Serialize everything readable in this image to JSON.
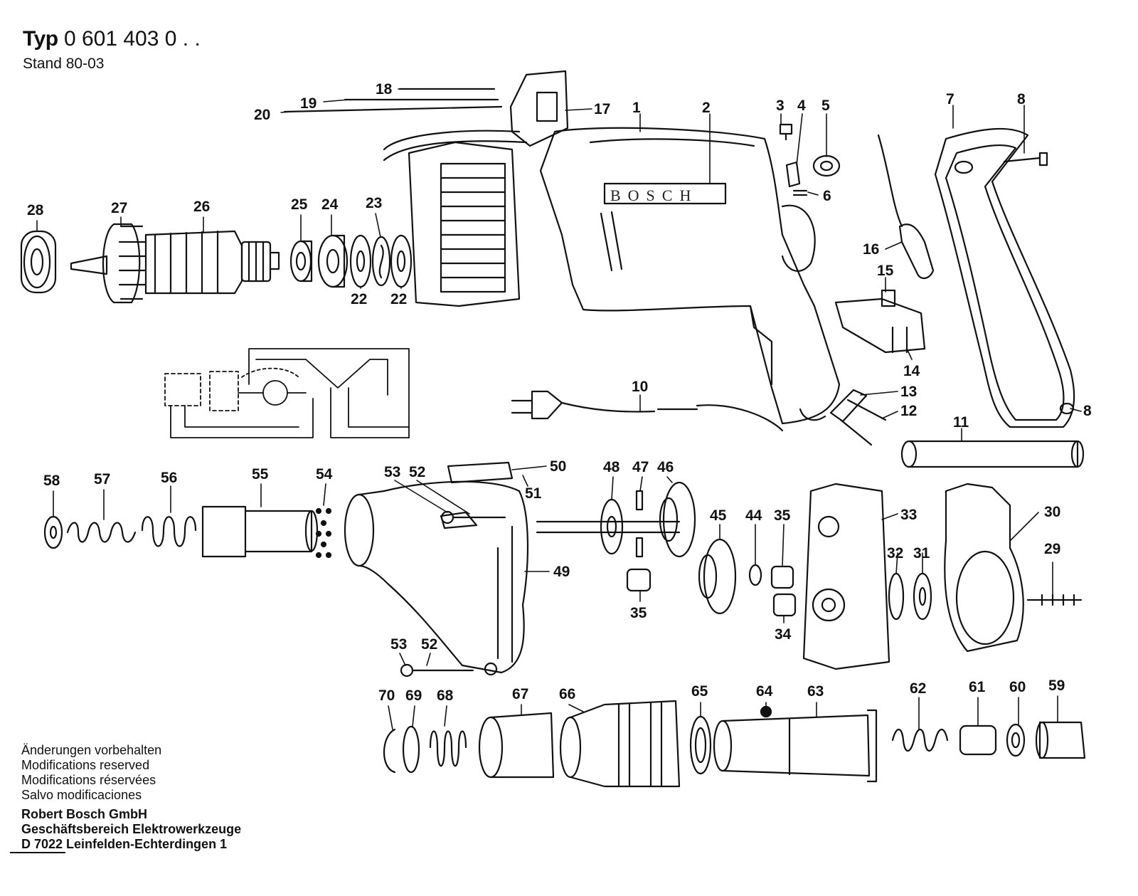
{
  "header": {
    "type_label": "Typ",
    "type_number": "0 601 403 0 . .",
    "stand": "Stand 80-03"
  },
  "brand_text": "BOSCH",
  "notes": [
    "Änderungen vorbehalten",
    "Modifications reserved",
    "Modifications réservées",
    "Salvo modificaciones"
  ],
  "company": [
    "Robert Bosch GmbH",
    "Geschäftsbereich Elektrowerkzeuge",
    "D 7022 Leinfelden-Echterdingen 1"
  ],
  "callouts": [
    "1",
    "2",
    "3",
    "4",
    "5",
    "6",
    "7",
    "8",
    "8",
    "10",
    "11",
    "12",
    "13",
    "14",
    "15",
    "16",
    "17",
    "18",
    "19",
    "20",
    "22",
    "22",
    "23",
    "24",
    "25",
    "26",
    "27",
    "28",
    "29",
    "30",
    "31",
    "32",
    "33",
    "34",
    "35",
    "35",
    "44",
    "45",
    "46",
    "47",
    "48",
    "49",
    "50",
    "51",
    "52",
    "52",
    "53",
    "53",
    "54",
    "55",
    "56",
    "57",
    "58",
    "59",
    "60",
    "61",
    "62",
    "63",
    "64",
    "65",
    "66",
    "67",
    "68",
    "69",
    "70"
  ]
}
